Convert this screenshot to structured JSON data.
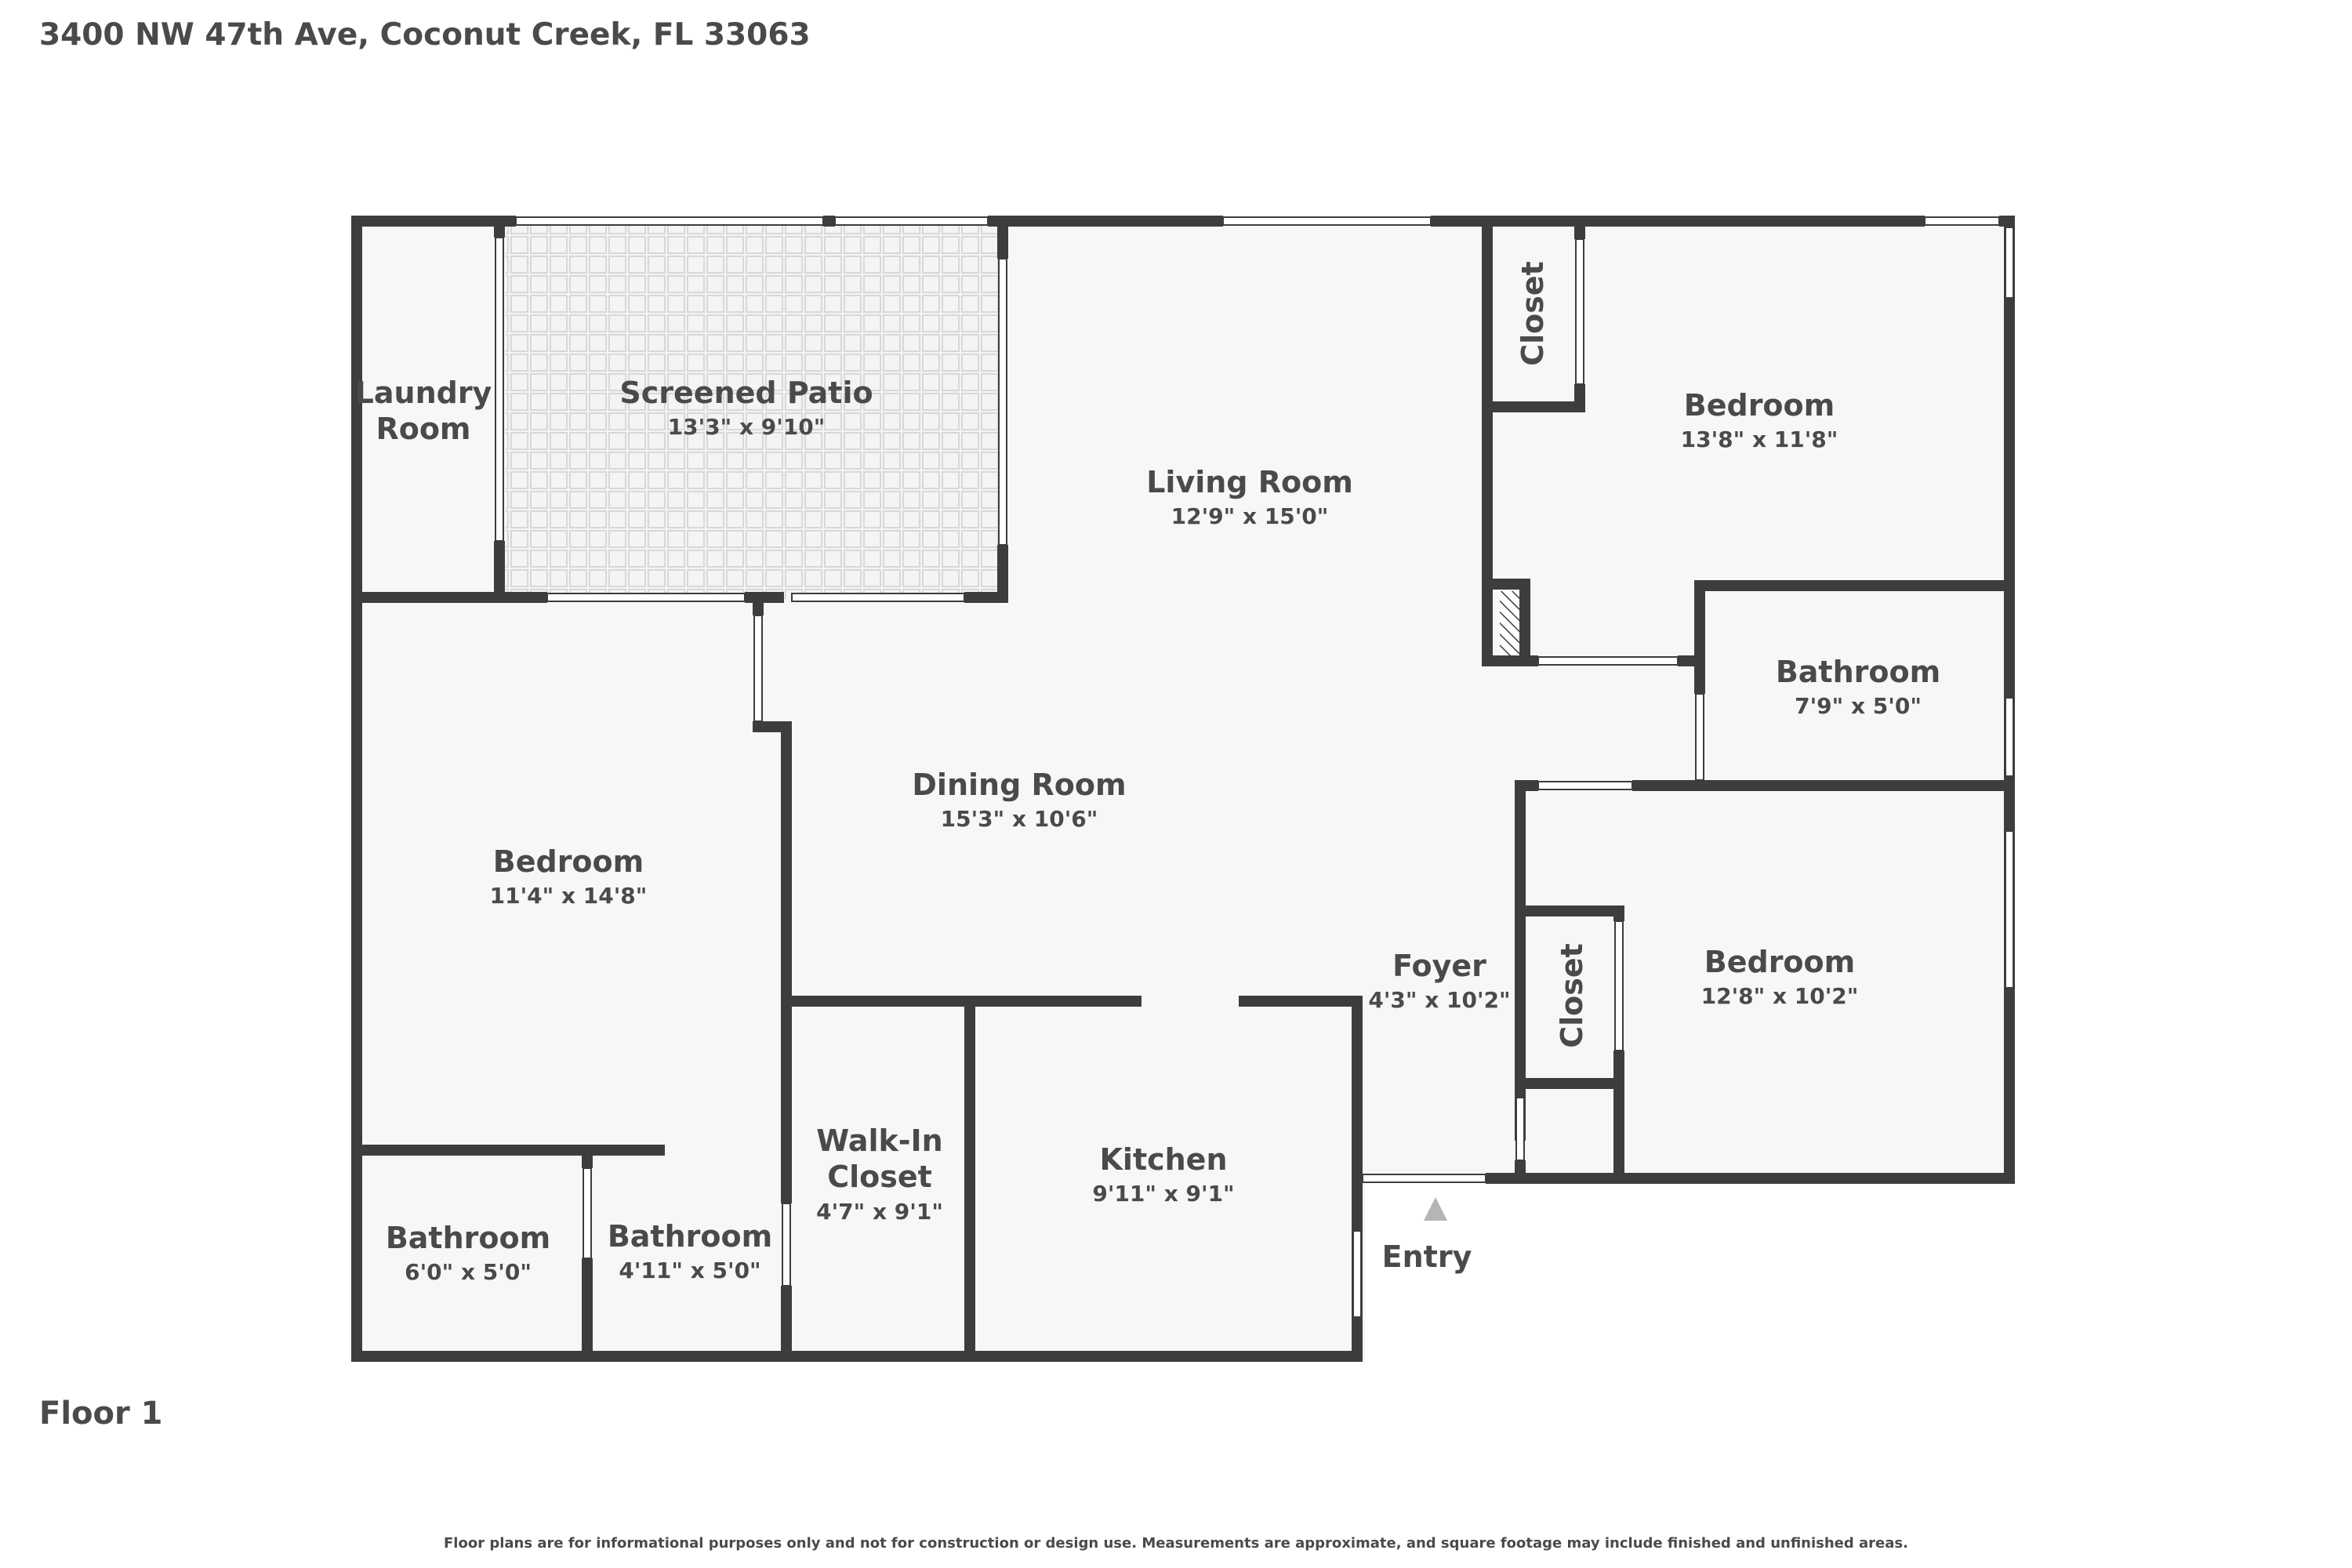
{
  "header": {
    "address": "3400 NW 47th Ave, Coconut Creek, FL 33063"
  },
  "footer": {
    "floor_label": "Floor 1",
    "disclaimer": "Floor plans are for informational purposes only and not for construction or design use. Measurements are approximate, and square footage may include finished and unfinished areas."
  },
  "rooms": {
    "laundry": {
      "name_line1": "Laundry",
      "name_line2": "Room"
    },
    "patio": {
      "name": "Screened Patio",
      "dims": "13'3\" x 9'10\""
    },
    "living": {
      "name": "Living Room",
      "dims": "12'9\" x 15'0\""
    },
    "closet_top": {
      "name": "Closet"
    },
    "bedroom_tr": {
      "name": "Bedroom",
      "dims": "13'8\" x 11'8\""
    },
    "bathroom_r": {
      "name": "Bathroom",
      "dims": "7'9\" x 5'0\""
    },
    "dining": {
      "name": "Dining Room",
      "dims": "15'3\" x 10'6\""
    },
    "bedroom_l": {
      "name": "Bedroom",
      "dims": "11'4\" x 14'8\""
    },
    "foyer": {
      "name": "Foyer",
      "dims": "4'3\" x 10'2\""
    },
    "closet_mid": {
      "name": "Closet"
    },
    "bedroom_br": {
      "name": "Bedroom",
      "dims": "12'8\" x 10'2\""
    },
    "walkin": {
      "name_line1": "Walk-In",
      "name_line2": "Closet",
      "dims": "4'7\" x 9'1\""
    },
    "kitchen": {
      "name": "Kitchen",
      "dims": "9'11\" x 9'1\""
    },
    "bath_bl1": {
      "name": "Bathroom",
      "dims": "6'0\" x 5'0\""
    },
    "bath_bl2": {
      "name": "Bathroom",
      "dims": "4'11\" x 5'0\""
    }
  },
  "entry": {
    "label": "Entry"
  },
  "colors": {
    "wall": "#3d3d3d",
    "floor": "#f7f7f7",
    "entry_arrow": "#b5b5b5"
  }
}
